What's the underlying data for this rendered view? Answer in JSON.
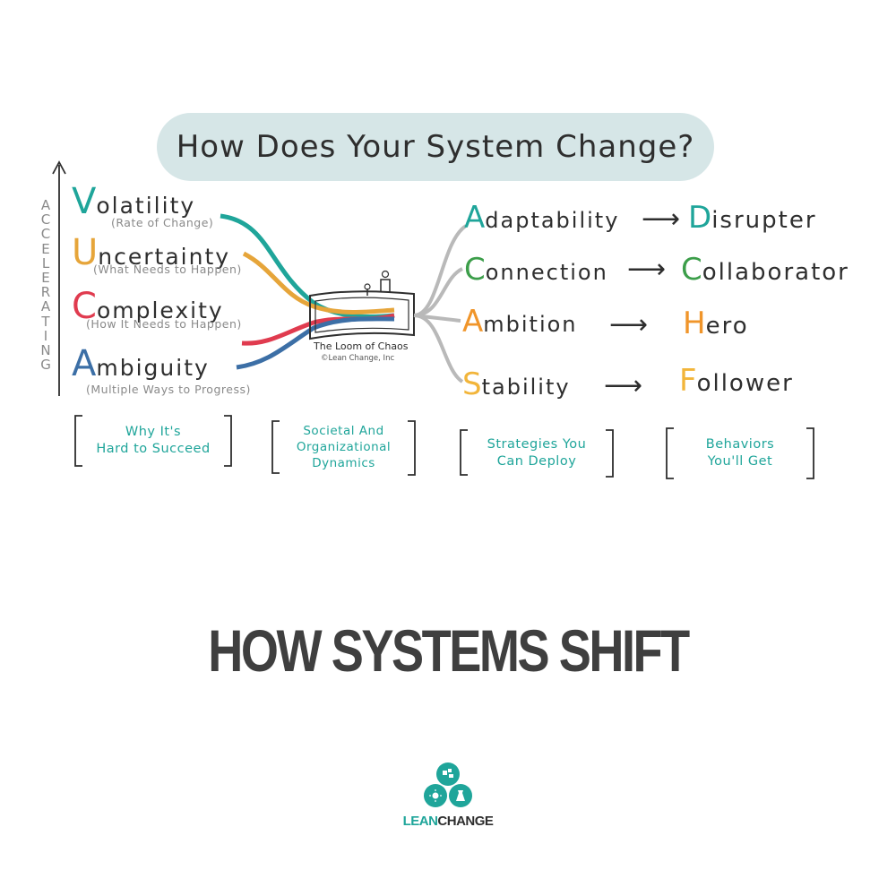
{
  "title": "How Does Your System Change?",
  "accelerating_letters": [
    "A",
    "C",
    "C",
    "E",
    "L",
    "E",
    "R",
    "A",
    "T",
    "I",
    "N",
    "G"
  ],
  "vuca": [
    {
      "letter": "V",
      "rest": "olatility",
      "sub": "(Rate of Change)",
      "color": "#1fa59a"
    },
    {
      "letter": "U",
      "rest": "ncertainty",
      "sub": "(What Needs to Happen)",
      "color": "#e6a53a"
    },
    {
      "letter": "C",
      "rest": "omplexity",
      "sub": "(How It Needs to Happen)",
      "color": "#e03b4f"
    },
    {
      "letter": "A",
      "rest": "mbiguity",
      "sub": "(Multiple Ways to Progress)",
      "color": "#3c6fa6"
    }
  ],
  "loom": {
    "title": "The Loom of Chaos",
    "copyright": "©Lean Change, Inc"
  },
  "strategies": [
    {
      "letter": "A",
      "rest": "daptability",
      "color": "#1fa59a"
    },
    {
      "letter": "C",
      "rest": "onnection",
      "color": "#3c9e4a"
    },
    {
      "letter": "A",
      "rest": "mbition",
      "color": "#f0952a"
    },
    {
      "letter": "S",
      "rest": "tability",
      "color": "#f2b53a"
    }
  ],
  "outcomes": [
    {
      "letter": "D",
      "rest": "isrupter",
      "color": "#1fa59a"
    },
    {
      "letter": "C",
      "rest": "ollaborator",
      "color": "#3c9e4a"
    },
    {
      "letter": "H",
      "rest": "ero",
      "color": "#f0952a"
    },
    {
      "letter": "F",
      "rest": "ollower",
      "color": "#f2b53a"
    }
  ],
  "arrow": "⟶",
  "brackets": [
    "Why It's\nHard to Succeed",
    "Societal And\nOrganizational\nDynamics",
    "Strategies You\nCan Deploy",
    "Behaviors\nYou'll Get"
  ],
  "headline": "HOW SYSTEMS SHIFT",
  "logo": {
    "lean": "LEAN",
    "change": "CHANGE",
    "lean_color": "#1fa59a",
    "change_color": "#2e2e2e",
    "circle_color": "#1fa59a"
  }
}
